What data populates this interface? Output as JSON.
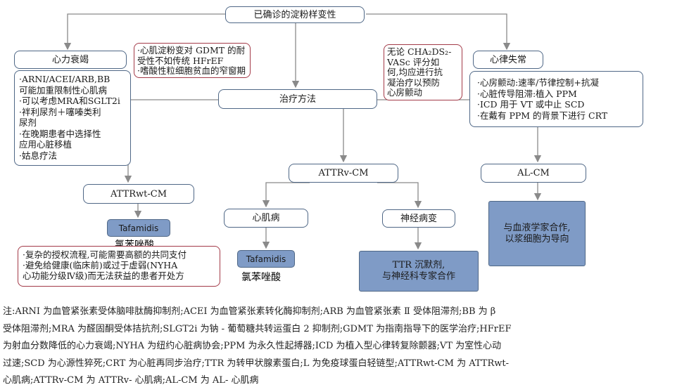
{
  "root": "已确诊的淀粉样变性",
  "heart_failure": {
    "title": "心力衰竭",
    "lines": [
      "·ARNI/ACEI/ARB,BB",
      "可能加重限制性心肌病",
      "·可以考虑MRA和SGLT2i",
      "·袢利尿剂＋噻嗪类利",
      "尿剂",
      "·在晚期患者中选择性",
      "应用心脏移植",
      "·姑息疗法"
    ]
  },
  "gdmt_note": {
    "lines": [
      "·心肌淀粉变对 GDMT 的耐",
      "受性不如传统 HFrEF",
      "·嗜酸性粒细胞贫血的窄窗期"
    ]
  },
  "anticoag_note": {
    "lines": [
      "无论 CHA₂DS₂-",
      "VASc 评分如",
      "何,均应进行抗",
      "凝治疗以预防",
      "心房颤动"
    ]
  },
  "arrhythmia": {
    "title": "心律失常",
    "lines": [
      "·心房颤动:速率/节律控制+抗凝",
      "·心脏传导阻滞:植入 PPM",
      "·ICD 用于 VT 或中止 SCD",
      "·在戴有 PPM 的背景下进行 CRT"
    ]
  },
  "treatment": "治疗方法",
  "attrwt": {
    "title": "ATTRwt-CM",
    "drug": "Tafamidis",
    "drug_cn": "氯苯唑酸",
    "note_lines": [
      "·复杂的授权流程,可能需要高额的共同支付",
      "·避免给健康(临床前)或过于虚弱(NYHA",
      "心功能分级Ⅳ级)而无法获益的患者开处方"
    ]
  },
  "attrv": {
    "title": "ATTRv-CM",
    "cardio": {
      "title": "心肌病",
      "drug": "Tafamidis",
      "drug_cn": "氯苯唑酸"
    },
    "neuro": {
      "title": "神经病变",
      "action": "TTR 沉默剂,\n与神经科专家合作"
    }
  },
  "al": {
    "title": "AL-CM",
    "action": "与血液学家合作,\n以浆细胞为导向"
  },
  "notes": [
    "注:ARNI 为血管紧张素受体脑啡肽酶抑制剂;ACEI 为血管紧张素转化酶抑制剂;ARB 为血管紧张素 Ⅱ 受体阻滞剂;BB 为 β",
    "受体阻滞剂;MRA 为醛固酮受体拮抗剂;SLGT2i 为钠 - 葡萄糖共转运蛋白 2 抑制剂;GDMT 为指南指导下的医学治疗;HFrEF",
    "为射血分数降低的心力衰竭;NYHA 为纽约心脏病协会;PPM 为永久性起搏器;ICD 为植入型心律转复除颤器;VT 为室性心动",
    "过速;SCD 为心源性猝死;CRT 为心脏再同步治疗;TTR 为转甲状腺素蛋白;L 为免疫球蛋白轻链型;ATTRwt-CM 为 ATTRwt-",
    "心肌病;ATTRv-CM 为 ATTRv- 心肌病;AL-CM 为 AL- 心肌病"
  ],
  "colors": {
    "border": "#4f6786",
    "red_border": "#a33a48",
    "fill": "#7f9bc6",
    "arrow": "#8a8a8a"
  }
}
